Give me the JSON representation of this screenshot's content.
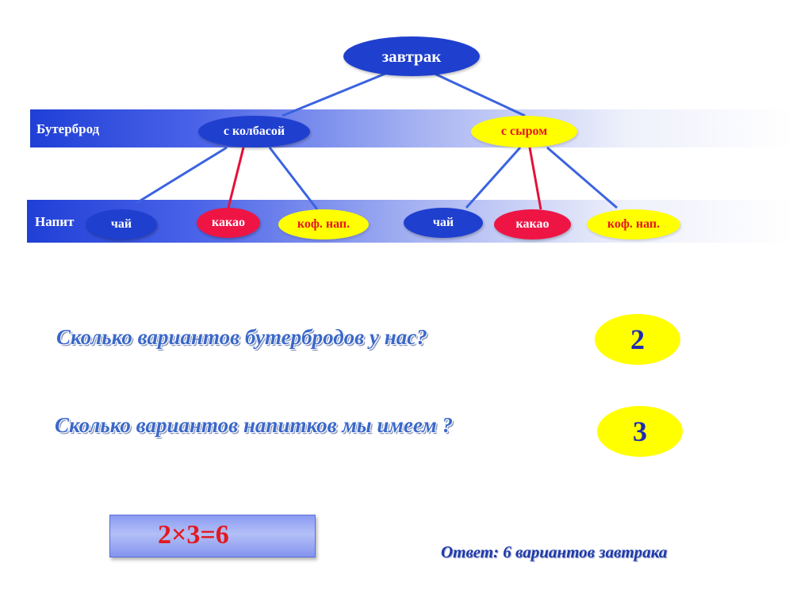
{
  "root": {
    "label": "завтрак",
    "color": "#1f3fcf"
  },
  "levels": {
    "sandwich_label": "Бутерброд",
    "drink_label": "Напит"
  },
  "sandwiches": [
    {
      "label": "с колбасой",
      "color": "blue"
    },
    {
      "label": "с сыром",
      "color": "yellow"
    }
  ],
  "drinks": [
    {
      "label": "чай",
      "color": "blue"
    },
    {
      "label": "какао",
      "color": "red"
    },
    {
      "label": "коф. нап.",
      "color": "yellow"
    },
    {
      "label": "чай",
      "color": "blue"
    },
    {
      "label": "какао",
      "color": "red"
    },
    {
      "label": "коф. нап.",
      "color": "yellow"
    }
  ],
  "questions": [
    {
      "text": "Сколько вариантов  бутербродов у нас?",
      "answer": "2"
    },
    {
      "text": "Сколько вариантов напитков мы имеем ?",
      "answer": "3"
    }
  ],
  "formula": "2×3=6",
  "final_answer": "Ответ: 6 вариантов завтрака",
  "colors": {
    "band_start": "#1f3fd6",
    "node_blue": "#1f3fcf",
    "node_red": "#ee1545",
    "node_yellow": "#ffff00",
    "text_red": "#e3181f",
    "question_blue": "#3b68c9"
  }
}
